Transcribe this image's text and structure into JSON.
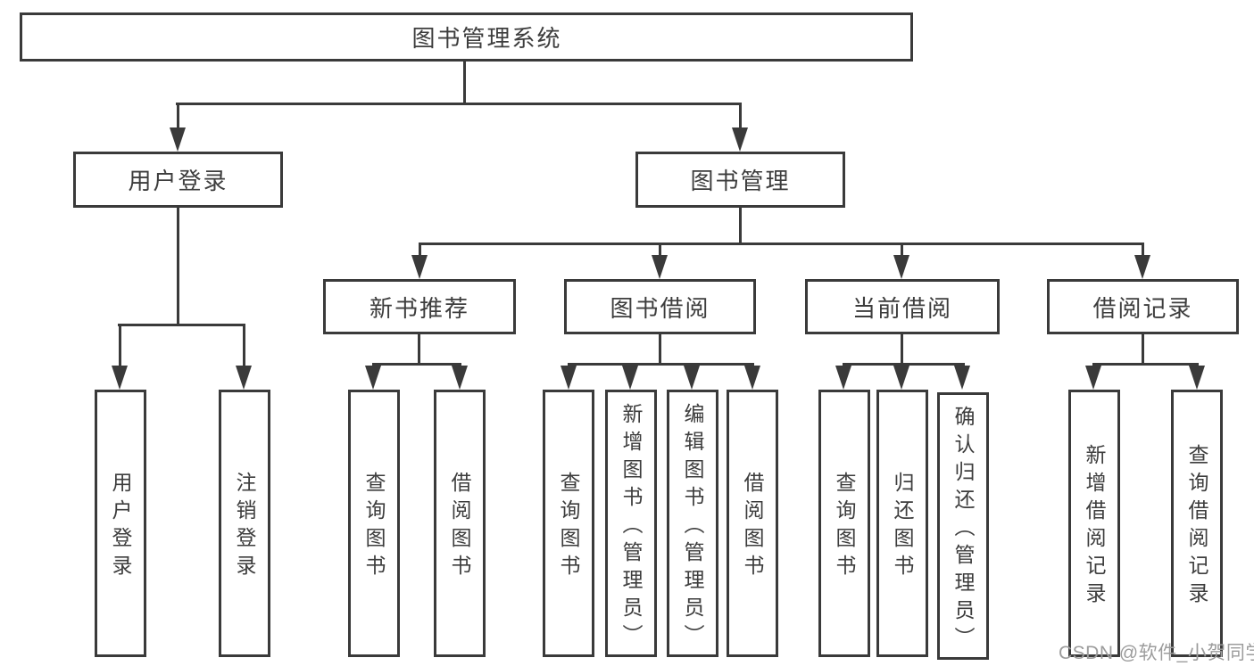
{
  "tree": {
    "label": "图书管理系统",
    "children": [
      {
        "label": "用户登录",
        "children": [
          {
            "label": "用户登录"
          },
          {
            "label": "注销登录"
          }
        ]
      },
      {
        "label": "图书管理",
        "children": [
          {
            "label": "新书推荐",
            "children": [
              {
                "label": "查询图书"
              },
              {
                "label": "借阅图书"
              }
            ]
          },
          {
            "label": "图书借阅",
            "children": [
              {
                "label": "查询图书"
              },
              {
                "label": "新增图书（管理员）"
              },
              {
                "label": "编辑图书（管理员）"
              },
              {
                "label": "借阅图书"
              }
            ]
          },
          {
            "label": "当前借阅",
            "children": [
              {
                "label": "查询图书"
              },
              {
                "label": "归还图书"
              },
              {
                "label": "确认归还（管理员）"
              }
            ]
          },
          {
            "label": "借阅记录",
            "children": [
              {
                "label": "新增借阅记录"
              },
              {
                "label": "查询借阅记录"
              }
            ]
          }
        ]
      }
    ]
  },
  "watermark": {
    "text": "CSDN @软件_小贺同学"
  },
  "colors": {
    "line": "#3a3a3a",
    "text": "#3d3d3d",
    "watermark": "#9c9c9c",
    "background": "#ffffff"
  }
}
